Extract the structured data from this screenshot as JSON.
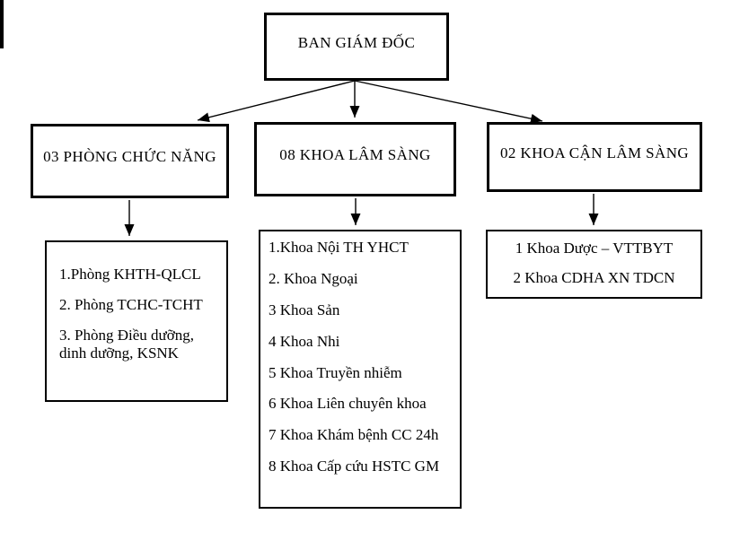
{
  "org_chart": {
    "root": {
      "label": "BAN GIÁM ĐỐC"
    },
    "branches": [
      {
        "label": "03 PHÒNG CHỨC NĂNG",
        "items": [
          "1.Phòng KHTH-QLCL",
          "2. Phòng TCHC-TCHT",
          "3. Phòng Điều dưỡng, dinh dưỡng, KSNK"
        ]
      },
      {
        "label": "08 KHOA LÂM SÀNG",
        "items": [
          "1.Khoa Nội TH YHCT",
          "2. Khoa Ngoại",
          "3 Khoa Sản",
          "4 Khoa Nhi",
          "5 Khoa Truyền nhiễm",
          "6 Khoa Liên chuyên khoa",
          "7 Khoa Khám bệnh CC 24h",
          "8 Khoa Cấp cứu HSTC GM"
        ]
      },
      {
        "label": "02 KHOA CẬN LÂM SÀNG",
        "items": [
          "1 Khoa Dược – VTTBYT",
          "2 Khoa CDHA XN TDCN"
        ]
      }
    ],
    "colors": {
      "background": "#ffffff",
      "border": "#000000",
      "text": "#000000",
      "connector": "#000000"
    }
  }
}
